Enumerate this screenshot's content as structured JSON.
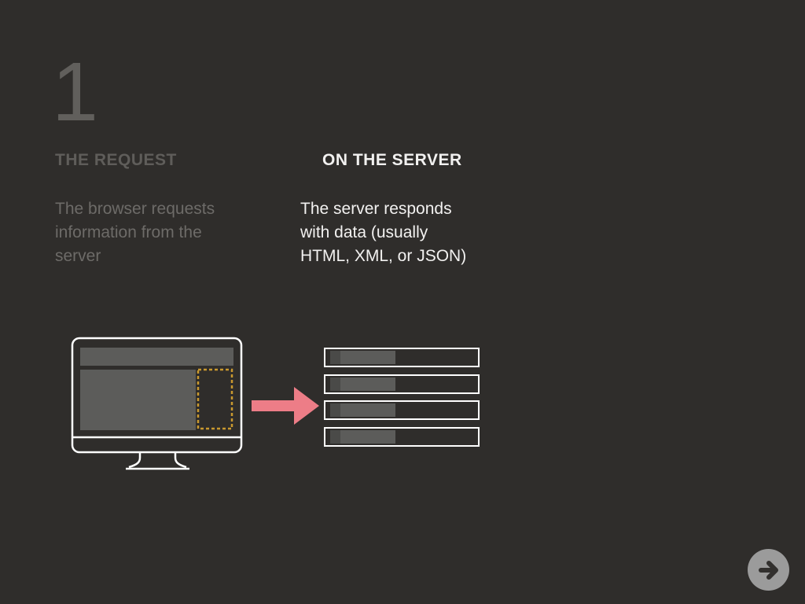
{
  "slide": {
    "step_number": "1",
    "left_column": {
      "heading": "THE REQUEST",
      "lines": [
        "The browser requests",
        "information from the",
        "server"
      ]
    },
    "right_column": {
      "heading": "ON THE SERVER",
      "lines": [
        "The server responds",
        "with data (usually",
        "HTML, XML, or JSON)"
      ]
    },
    "illustrations": {
      "monitor": "browser-monitor-with-highlighted-sidebar",
      "arrow": "pink-right-arrow",
      "server": "server-stack-4-slots"
    },
    "navigation": {
      "next_button": "next-arrow-circle"
    },
    "colors": {
      "background": "#2f2d2b",
      "muted_number": "#615f5c",
      "muted_heading": "#5f5d5a",
      "muted_body": "#6d6b68",
      "white_text": "#f2f1f0",
      "arrow_pink": "#ed7d87",
      "dash_gold": "#c9992f",
      "screen_gray": "#5c5c5a",
      "nav_circle": "#9b9b9b"
    }
  }
}
